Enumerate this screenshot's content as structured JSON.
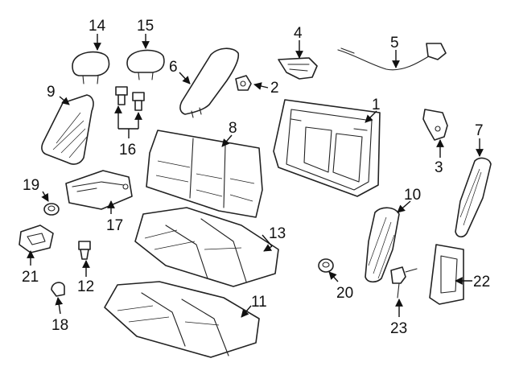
{
  "callouts": {
    "c1": "1",
    "c2": "2",
    "c3": "3",
    "c4": "4",
    "c5": "5",
    "c6": "6",
    "c7": "7",
    "c8": "8",
    "c9": "9",
    "c10": "10",
    "c11": "11",
    "c12": "12",
    "c13": "13",
    "c14": "14",
    "c15": "15",
    "c16": "16",
    "c17": "17",
    "c18": "18",
    "c19": "19",
    "c20": "20",
    "c21": "21",
    "c22": "22",
    "c23": "23"
  },
  "colors": {
    "line": "#222222",
    "background": "#ffffff"
  }
}
